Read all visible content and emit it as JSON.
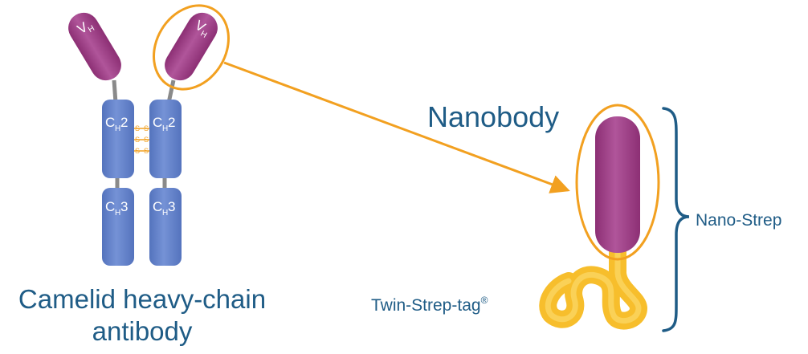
{
  "colors": {
    "purple": "#9b3b82",
    "blue": "#5f7cc6",
    "orange": "#f2a020",
    "yellow": "#f7be2c",
    "navy": "#1f5c86",
    "linker": "#8a8a8a"
  },
  "antibody": {
    "vh_left": {
      "main": "V",
      "sub": "H"
    },
    "vh_right": {
      "main": "V",
      "sub": "H"
    },
    "ch2_left": {
      "main": "C",
      "sub": "H",
      "suffix": "2"
    },
    "ch2_right": {
      "main": "C",
      "sub": "H",
      "suffix": "2"
    },
    "ch3_left": {
      "main": "C",
      "sub": "H",
      "suffix": "3"
    },
    "ch3_right": {
      "main": "C",
      "sub": "H",
      "suffix": "3"
    },
    "disulfide": {
      "s": "S"
    },
    "caption_line1": "Camelid heavy-chain",
    "caption_line2": "antibody"
  },
  "nanobody_label": "Nanobody",
  "nano_strep_label": "Nano-Strep",
  "twin_strep_label": "Twin-Strep-tag",
  "twin_strep_mark": "®"
}
